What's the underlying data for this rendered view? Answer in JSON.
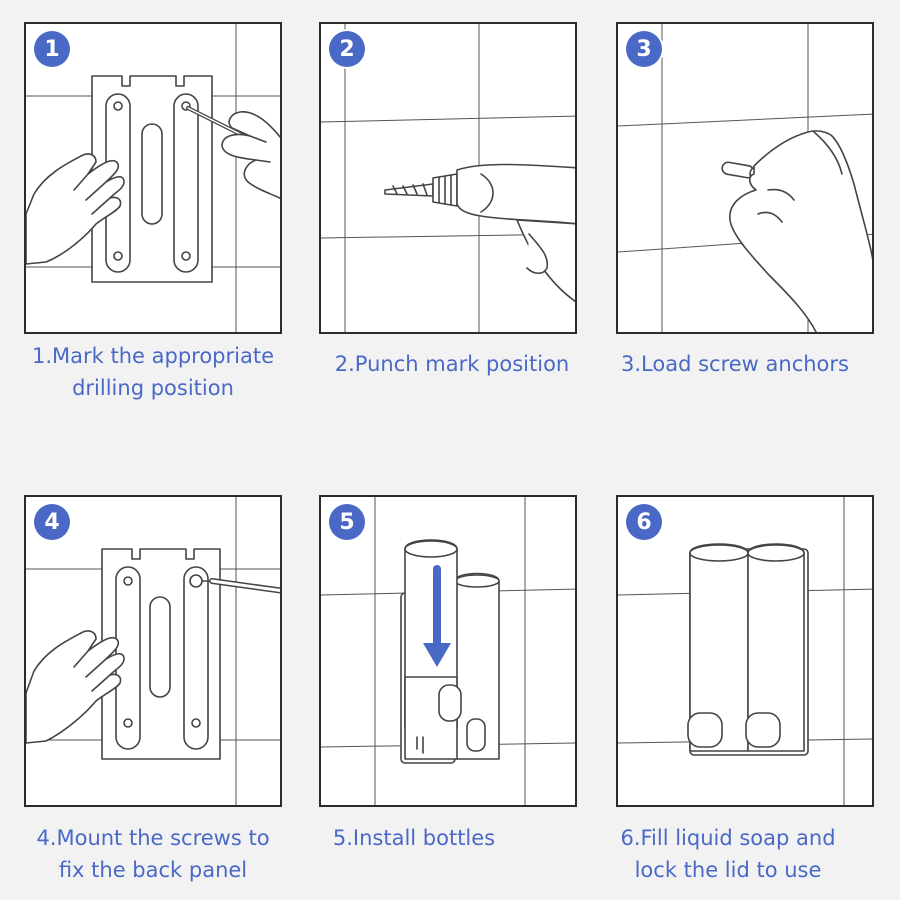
{
  "accent_color": "#4a69c6",
  "steps": [
    {
      "number": "1",
      "caption_line1": "1.Mark the appropriate",
      "caption_line2": "drilling position"
    },
    {
      "number": "2",
      "caption_line1": "2.Punch mark position",
      "caption_line2": ""
    },
    {
      "number": "3",
      "caption_line1": "3.Load screw anchors",
      "caption_line2": ""
    },
    {
      "number": "4",
      "caption_line1": "4.Mount the screws to",
      "caption_line2": "fix the back panel"
    },
    {
      "number": "5",
      "caption_line1": "5.Install bottles",
      "caption_line2": ""
    },
    {
      "number": "6",
      "caption_line1": "6.Fill liquid soap and",
      "caption_line2": "lock the lid to use"
    }
  ]
}
